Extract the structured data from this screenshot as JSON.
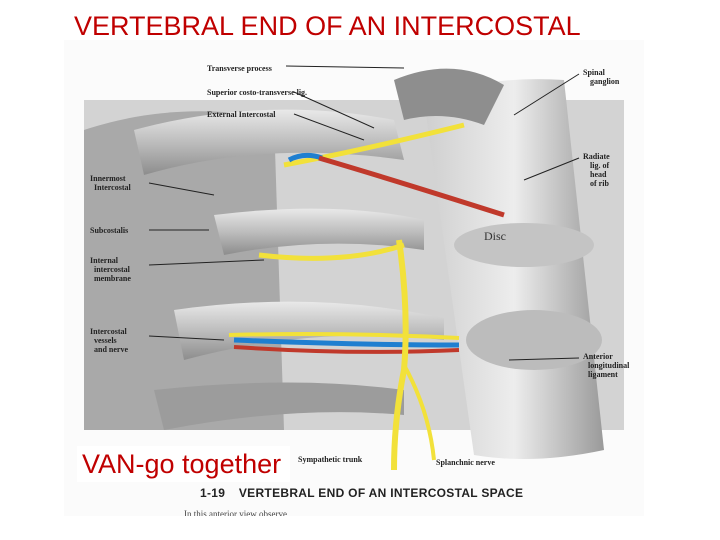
{
  "slide": {
    "title": "VERTEBRAL END OF AN INTERCOSTAL SPACE",
    "caption": "VAN-go together"
  },
  "figure": {
    "labels": {
      "transverse_process": "Transverse process",
      "superior_costo_transverse": "Superior costo-transverse lig.",
      "external_intercostal": "External Intercostal",
      "spinal_ganglion_1": "Spinal",
      "spinal_ganglion_2": "ganglion",
      "radiate_1": "Radiate",
      "radiate_2": "lig. of",
      "radiate_3": "head",
      "radiate_4": "of rib",
      "innermost_1": "Innermost",
      "innermost_2": "Intercostal",
      "subcostalis": "Subcostalis",
      "internal_1": "Internal",
      "internal_2": "intercostal",
      "internal_3": "membrane",
      "vessels_1": "Intercostal",
      "vessels_2": "vessels",
      "vessels_3": "and nerve",
      "anterior_1": "Anterior",
      "anterior_2": "longitudinal",
      "anterior_3": "ligament",
      "disc": "Disc",
      "sympathetic_trunk": "Sympathetic trunk",
      "splanchnic_nerve": "Splanchnic nerve"
    },
    "caption_number": "1-19",
    "caption_title": "VERTEBRAL END OF AN INTERCOSTAL SPACE",
    "cut_text": "In this anterior view observe"
  },
  "colors": {
    "title_red": "#c00000",
    "artery": "#c0392b",
    "vein": "#1f7fd0",
    "nerve": "#f2e13a"
  }
}
